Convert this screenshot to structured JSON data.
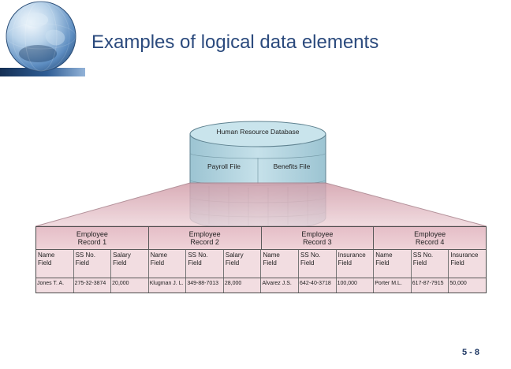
{
  "slide": {
    "title": "Examples of logical data elements",
    "page_number": "5 - 8",
    "logo_icon": "globe-icon"
  },
  "colors": {
    "title": "#2b4a7d",
    "cylinder": "#b5d8e3",
    "funnel": "#d6a2ad",
    "table_background": "#f2dde1"
  },
  "diagram": {
    "database_label": "Human Resource Database",
    "files": [
      {
        "label": "Payroll File"
      },
      {
        "label": "Benefits File"
      }
    ],
    "records": [
      {
        "label": "Employee Record 1",
        "fields": [
          "Name Field",
          "SS No. Field",
          "Salary Field"
        ],
        "values": [
          "Jones T. A.",
          "275-32-3874",
          "20,000"
        ]
      },
      {
        "label": "Employee Record 2",
        "fields": [
          "Name Field",
          "SS No. Field",
          "Salary Field"
        ],
        "values": [
          "Klugman J. L.",
          "349-88-7013",
          "28,000"
        ]
      },
      {
        "label": "Employee Record 3",
        "fields": [
          "Name Field",
          "SS No. Field",
          "Insurance Field"
        ],
        "values": [
          "Alvarez J.S.",
          "642-40-3718",
          "100,000"
        ]
      },
      {
        "label": "Employee Record 4",
        "fields": [
          "Name Field",
          "SS No. Field",
          "Insurance Field"
        ],
        "values": [
          "Porter M.L.",
          "617-87-7915",
          "50,000"
        ]
      }
    ]
  }
}
